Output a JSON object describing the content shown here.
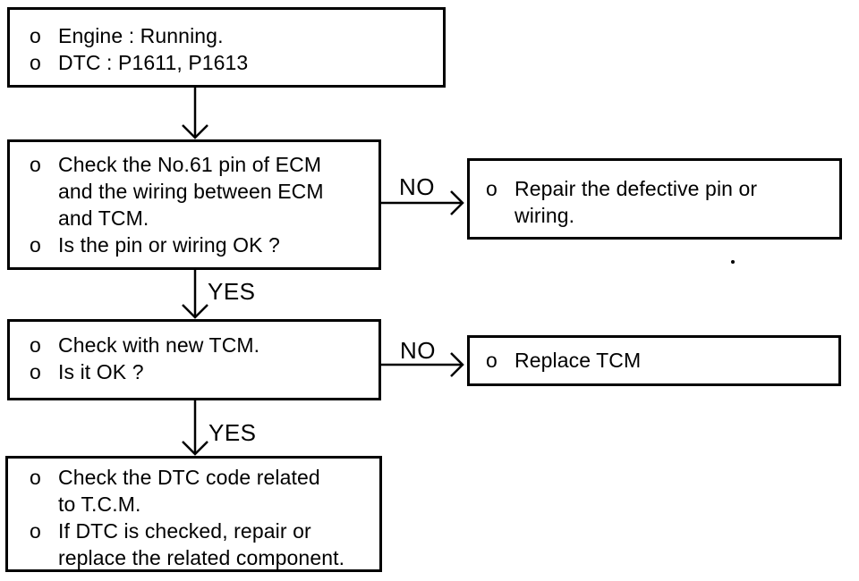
{
  "diagram": {
    "type": "flowchart",
    "colors": {
      "ink": "#000000",
      "paper": "#ffffff"
    },
    "boxes": {
      "start": {
        "lines": [
          {
            "b": "o",
            "t": "Engine : Running."
          },
          {
            "b": "o",
            "t": "DTC : P1611, P1613"
          }
        ]
      },
      "check_pin": {
        "lines": [
          {
            "b": "o",
            "t": "Check the No.61 pin of ECM"
          },
          {
            "b": "",
            "t": "and the wiring between ECM"
          },
          {
            "b": "",
            "t": "and TCM."
          },
          {
            "b": "o",
            "t": "Is the pin or wiring OK ?"
          }
        ]
      },
      "repair_pin": {
        "lines": [
          {
            "b": "o",
            "t": "Repair the defective pin or"
          },
          {
            "b": "",
            "t": "wiring."
          }
        ]
      },
      "check_new_tcm": {
        "lines": [
          {
            "b": "o",
            "t": "Check with new TCM."
          },
          {
            "b": "o",
            "t": "Is it OK ?"
          }
        ]
      },
      "replace_tcm": {
        "lines": [
          {
            "b": "o",
            "t": "Replace TCM"
          }
        ]
      },
      "check_dtc": {
        "lines": [
          {
            "b": "o",
            "t": "Check the DTC code related"
          },
          {
            "b": "",
            "t": "to T.C.M."
          },
          {
            "b": "o",
            "t": "If DTC is checked, repair or"
          },
          {
            "b": "",
            "t": "replace the related component."
          }
        ]
      }
    },
    "edge_labels": {
      "no1": "NO",
      "yes1": "YES",
      "no2": "NO",
      "yes2": "YES"
    }
  }
}
